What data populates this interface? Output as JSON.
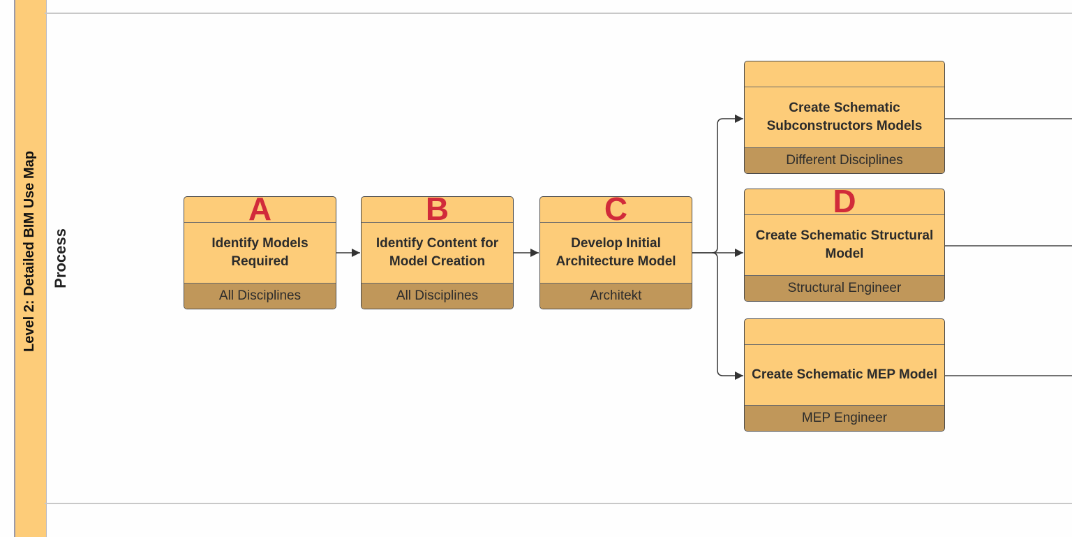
{
  "lane": {
    "title": "Level 2: Detailed BIM Use Map",
    "subtitle": "Process"
  },
  "process": [
    {
      "letter": "A",
      "title": "Identify Models Required",
      "role": "All Disciplines"
    },
    {
      "letter": "B",
      "title": "Identify Content for Model Creation",
      "role": "All Disciplines"
    },
    {
      "letter": "C",
      "title": "Develop Initial Architecture Model",
      "role": "Architekt"
    },
    {
      "letter": "",
      "title": "Create Schematic Subconstructors Models",
      "role": "Different Disciplines"
    },
    {
      "letter": "D",
      "title": "Create Schematic Structural Model",
      "role": "Structural Engineer"
    },
    {
      "letter": "",
      "title": "Create Schematic MEP Model",
      "role": "MEP Engineer"
    }
  ],
  "colors": {
    "box_fill": "#fdcc79",
    "role_fill": "#c0975a",
    "letter": "#d12b3a",
    "lane_band": "#fdcc79"
  }
}
